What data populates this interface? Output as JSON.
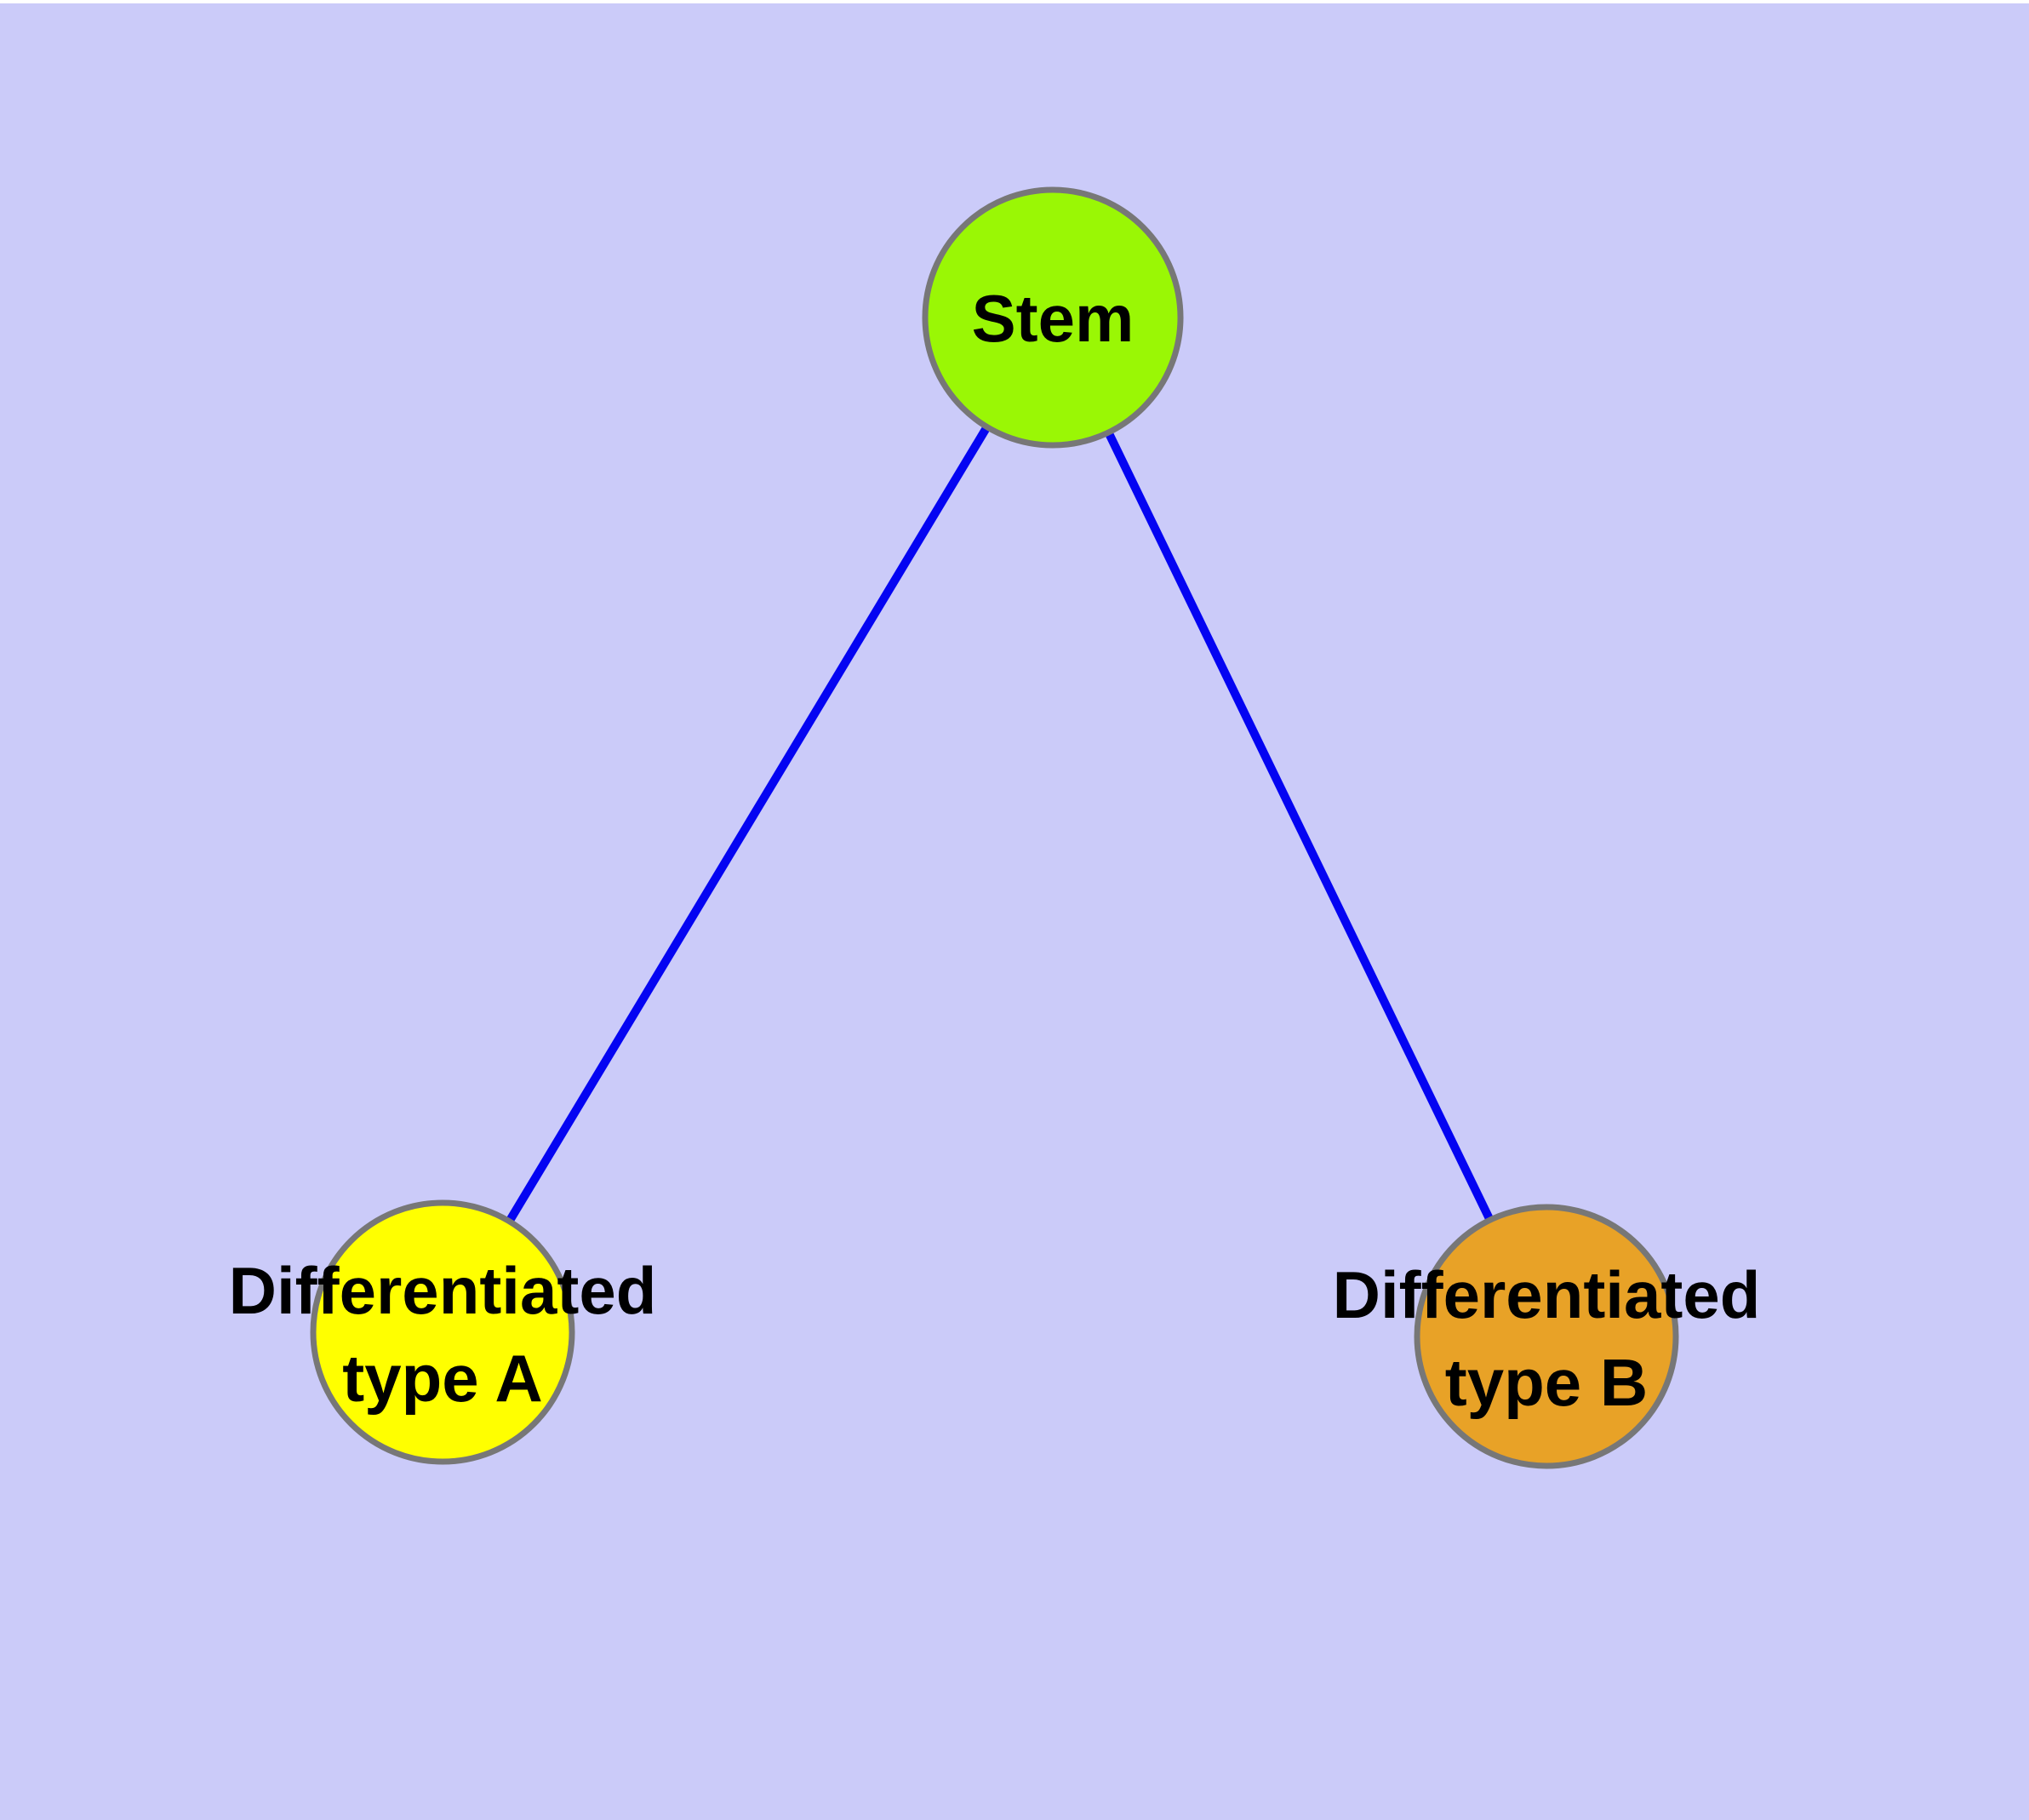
{
  "colors": {
    "background": "#CBCBF9",
    "top_margin": "#FFFFFF",
    "edge": "#0404F2",
    "node_border": "#777777",
    "stem_fill": "#9AF705",
    "type_a_fill": "#FFFF00",
    "type_b_fill": "#E8A227",
    "label_text": "#000000"
  },
  "nodes": {
    "stem": {
      "label": "Stem"
    },
    "type_a": {
      "label_line1": "Differentiated",
      "label_line2": "type A"
    },
    "type_b": {
      "label_line1": "Differentiated",
      "label_line2": "type B"
    }
  },
  "edges": [
    {
      "from": "Stem",
      "to": "Differentiated type A"
    },
    {
      "from": "Stem",
      "to": "Differentiated type B"
    }
  ]
}
